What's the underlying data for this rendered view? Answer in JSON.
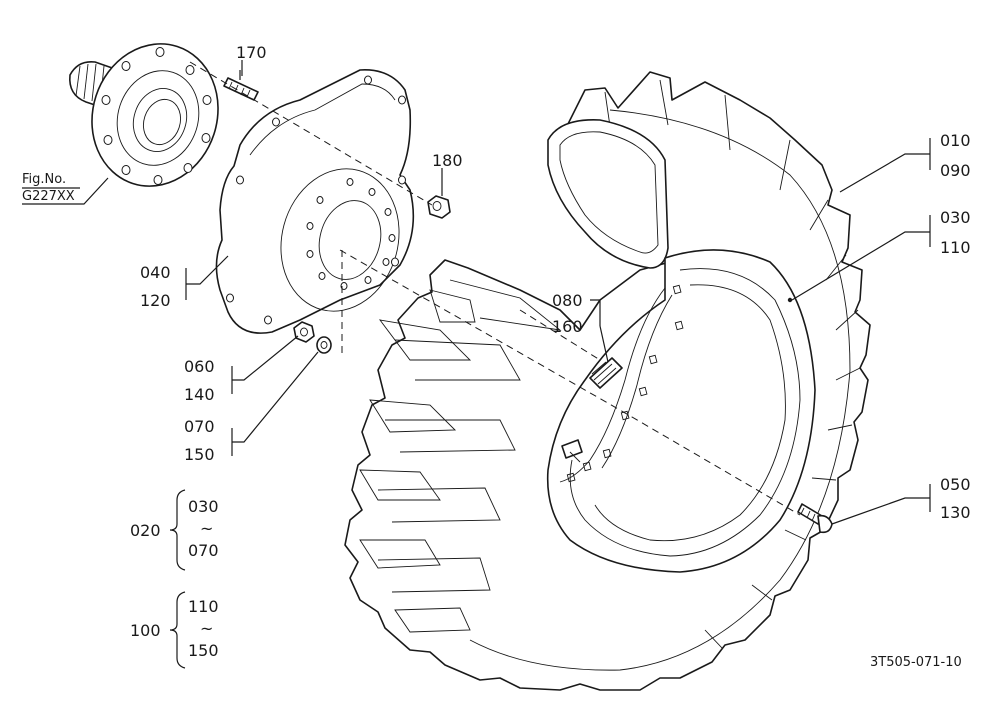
{
  "figure_reference": {
    "title": "Fig.No.",
    "code": "G227XX"
  },
  "callouts": {
    "c170": "170",
    "c180": "180",
    "c010": "010",
    "c090": "090",
    "c030": "030",
    "c110": "110",
    "c040": "040",
    "c120": "120",
    "c080": "080",
    "c160": "160",
    "c060": "060",
    "c140": "140",
    "c070": "070",
    "c150": "150",
    "c050": "050",
    "c130": "130"
  },
  "assembly_groups": [
    {
      "id": "020",
      "from": "030",
      "tilde": "~",
      "to": "070"
    },
    {
      "id": "100",
      "from": "110",
      "tilde": "~",
      "to": "150"
    }
  ],
  "drawing_number": "3T505-071-10"
}
